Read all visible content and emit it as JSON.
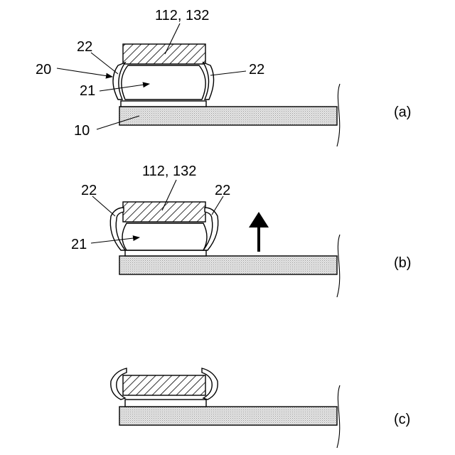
{
  "panels": [
    {
      "id": "a",
      "caption": "(a)",
      "labels": {
        "chip": "112, 132",
        "clip_left": "22",
        "clip_right": "22",
        "frame": "20",
        "cavity": "21",
        "substrate": "10"
      }
    },
    {
      "id": "b",
      "caption": "(b)",
      "labels": {
        "chip": "112, 132",
        "clip_left": "22",
        "clip_right": "22",
        "cavity": "21"
      }
    },
    {
      "id": "c",
      "caption": "(c)"
    }
  ],
  "colors": {
    "ink": "#000000",
    "substrate_fill": "#dcdcdc",
    "chip_hatch": "#000000"
  }
}
